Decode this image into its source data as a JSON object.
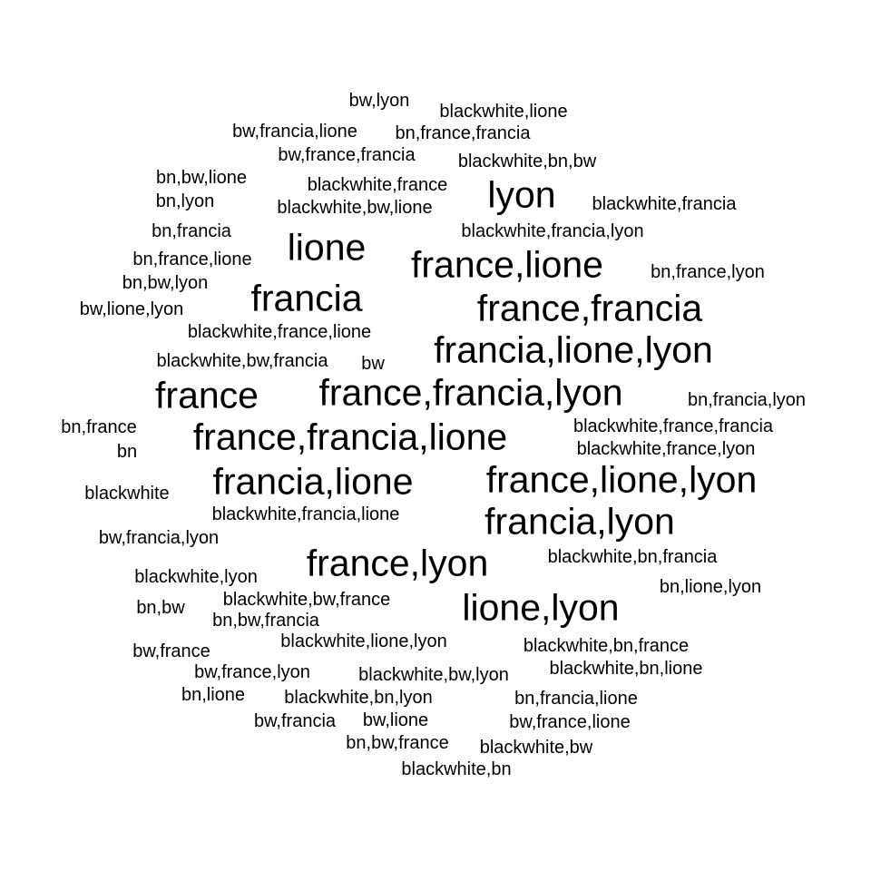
{
  "words": {
    "bw_lyon": "bw,lyon",
    "blackwhite_lione": "blackwhite,lione",
    "bw_francia_lione": "bw,francia,lione",
    "bn_france_francia": "bn,france,francia",
    "bw_france_francia": "bw,france,francia",
    "blackwhite_bn_bw": "blackwhite,bn,bw",
    "bn_bw_lione": "bn,bw,lione",
    "blackwhite_france": "blackwhite,france",
    "lyon": "lyon",
    "bn_lyon": "bn,lyon",
    "blackwhite_bw_lione": "blackwhite,bw,lione",
    "blackwhite_francia": "blackwhite,francia",
    "bn_francia": "bn,francia",
    "blackwhite_francia_lyon": "blackwhite,francia,lyon",
    "lione": "lione",
    "bn_france_lione": "bn,france,lione",
    "france_lione": "france,lione",
    "bn_france_lyon": "bn,france,lyon",
    "bn_bw_lyon": "bn,bw,lyon",
    "francia": "francia",
    "bw_lione_lyon": "bw,lione,lyon",
    "france_francia": "france,francia",
    "blackwhite_france_lione": "blackwhite,france,lione",
    "francia_lione_lyon": "francia,lione,lyon",
    "blackwhite_bw_francia": "blackwhite,bw,francia",
    "bw": "bw",
    "france": "france",
    "france_francia_lyon": "france,francia,lyon",
    "bn_francia_lyon": "bn,francia,lyon",
    "bn_france": "bn,france",
    "blackwhite_france_francia": "blackwhite,france,francia",
    "france_francia_lione": "france,francia,lione",
    "bn": "bn",
    "blackwhite_france_lyon": "blackwhite,france,lyon",
    "francia_lione": "francia,lione",
    "france_lione_lyon": "france,lione,lyon",
    "blackwhite": "blackwhite",
    "blackwhite_francia_lione": "blackwhite,francia,lione",
    "francia_lyon": "francia,lyon",
    "bw_francia_lyon": "bw,francia,lyon",
    "france_lyon": "france,lyon",
    "blackwhite_bn_francia": "blackwhite,bn,francia",
    "blackwhite_lyon": "blackwhite,lyon",
    "bn_lione_lyon": "bn,lione,lyon",
    "bn_bw": "bn,bw",
    "blackwhite_bw_france": "blackwhite,bw,france",
    "lione_lyon": "lione,lyon",
    "bn_bw_francia": "bn,bw,francia",
    "bw_france": "bw,france",
    "blackwhite_lione_lyon": "blackwhite,lione,lyon",
    "blackwhite_bn_france": "blackwhite,bn,france",
    "bw_france_lyon": "bw,france,lyon",
    "blackwhite_bw_lyon": "blackwhite,bw,lyon",
    "blackwhite_bn_lione": "blackwhite,bn,lione",
    "bn_lione": "bn,lione",
    "blackwhite_bn_lyon": "blackwhite,bn,lyon",
    "bn_francia_lione": "bn,francia,lione",
    "bw_francia": "bw,francia",
    "bw_lione": "bw,lione",
    "bw_france_lione": "bw,france,lione",
    "bn_bw_france": "bn,bw,france",
    "blackwhite_bw": "blackwhite,bw",
    "blackwhite_bn": "blackwhite,bn"
  }
}
